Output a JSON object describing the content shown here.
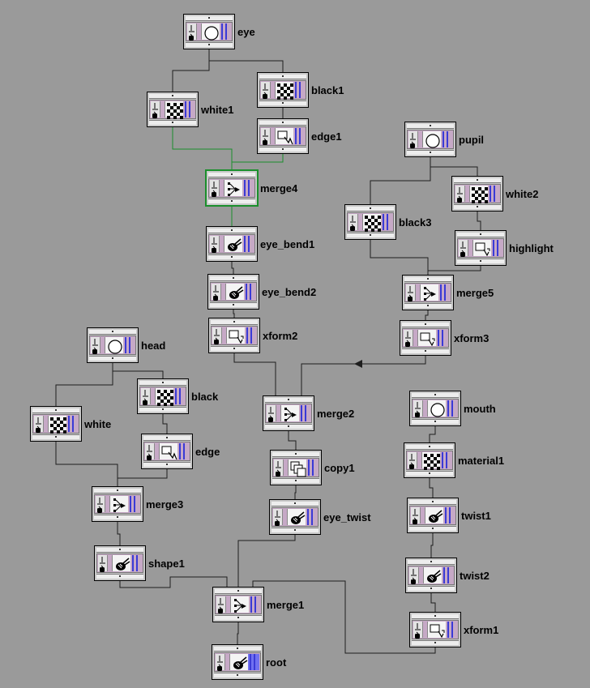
{
  "view": {
    "background": "#9a9a9a",
    "wire_color": "#1e1e1e",
    "selected_wire_color": "#1b8f2c"
  },
  "nodes": [
    {
      "id": "eye",
      "label": "eye",
      "icon": "sphere-icon"
    },
    {
      "id": "black1",
      "label": "black1",
      "icon": "checker-icon"
    },
    {
      "id": "white1",
      "label": "white1",
      "icon": "checker-icon"
    },
    {
      "id": "edge1",
      "label": "edge1",
      "icon": "edge-icon"
    },
    {
      "id": "merge4",
      "label": "merge4",
      "icon": "merge-icon",
      "selected": true
    },
    {
      "id": "eye_bend1",
      "label": "eye_bend1",
      "icon": "bend-icon"
    },
    {
      "id": "eye_bend2",
      "label": "eye_bend2",
      "icon": "bend-icon"
    },
    {
      "id": "xform2",
      "label": "xform2",
      "icon": "xform-icon"
    },
    {
      "id": "pupil",
      "label": "pupil",
      "icon": "sphere-icon"
    },
    {
      "id": "white2",
      "label": "white2",
      "icon": "checker-icon"
    },
    {
      "id": "black3",
      "label": "black3",
      "icon": "checker-icon"
    },
    {
      "id": "highlight",
      "label": "highlight",
      "icon": "xform-icon"
    },
    {
      "id": "merge5",
      "label": "merge5",
      "icon": "merge-icon"
    },
    {
      "id": "xform3",
      "label": "xform3",
      "icon": "xform-icon"
    },
    {
      "id": "head",
      "label": "head",
      "icon": "sphere-icon"
    },
    {
      "id": "black",
      "label": "black",
      "icon": "checker-icon"
    },
    {
      "id": "white",
      "label": "white",
      "icon": "checker-icon"
    },
    {
      "id": "edge",
      "label": "edge",
      "icon": "edge-icon"
    },
    {
      "id": "merge3",
      "label": "merge3",
      "icon": "merge-icon"
    },
    {
      "id": "shape1",
      "label": "shape1",
      "icon": "bend-icon"
    },
    {
      "id": "merge2",
      "label": "merge2",
      "icon": "merge-icon"
    },
    {
      "id": "copy1",
      "label": "copy1",
      "icon": "copy-icon"
    },
    {
      "id": "eye_twist",
      "label": "eye_twist",
      "icon": "bend-icon"
    },
    {
      "id": "mouth",
      "label": "mouth",
      "icon": "sphere-icon"
    },
    {
      "id": "material1",
      "label": "material1",
      "icon": "checker-icon"
    },
    {
      "id": "twist1",
      "label": "twist1",
      "icon": "bend-icon"
    },
    {
      "id": "twist2",
      "label": "twist2",
      "icon": "bend-icon"
    },
    {
      "id": "xform1",
      "label": "xform1",
      "icon": "xform-icon"
    },
    {
      "id": "merge1",
      "label": "merge1",
      "icon": "merge-icon"
    },
    {
      "id": "root",
      "label": "root",
      "icon": "bend-icon",
      "root": true
    }
  ],
  "connections": [
    [
      "eye",
      "white1"
    ],
    [
      "eye",
      "black1"
    ],
    [
      "black1",
      "edge1"
    ],
    [
      "white1",
      "merge4"
    ],
    [
      "edge1",
      "merge4"
    ],
    [
      "merge4",
      "eye_bend1"
    ],
    [
      "eye_bend1",
      "eye_bend2"
    ],
    [
      "eye_bend2",
      "xform2"
    ],
    [
      "xform2",
      "merge2"
    ],
    [
      "pupil",
      "black3"
    ],
    [
      "pupil",
      "white2"
    ],
    [
      "white2",
      "highlight"
    ],
    [
      "black3",
      "merge5"
    ],
    [
      "highlight",
      "merge5"
    ],
    [
      "merge5",
      "xform3"
    ],
    [
      "xform3",
      "merge2"
    ],
    [
      "head",
      "white"
    ],
    [
      "head",
      "black"
    ],
    [
      "black",
      "edge"
    ],
    [
      "white",
      "merge3"
    ],
    [
      "edge",
      "merge3"
    ],
    [
      "merge3",
      "shape1"
    ],
    [
      "shape1",
      "merge1"
    ],
    [
      "merge2",
      "copy1"
    ],
    [
      "copy1",
      "eye_twist"
    ],
    [
      "eye_twist",
      "merge1"
    ],
    [
      "mouth",
      "material1"
    ],
    [
      "material1",
      "twist1"
    ],
    [
      "twist1",
      "twist2"
    ],
    [
      "twist2",
      "xform1"
    ],
    [
      "xform1",
      "merge1"
    ],
    [
      "merge1",
      "root"
    ]
  ]
}
